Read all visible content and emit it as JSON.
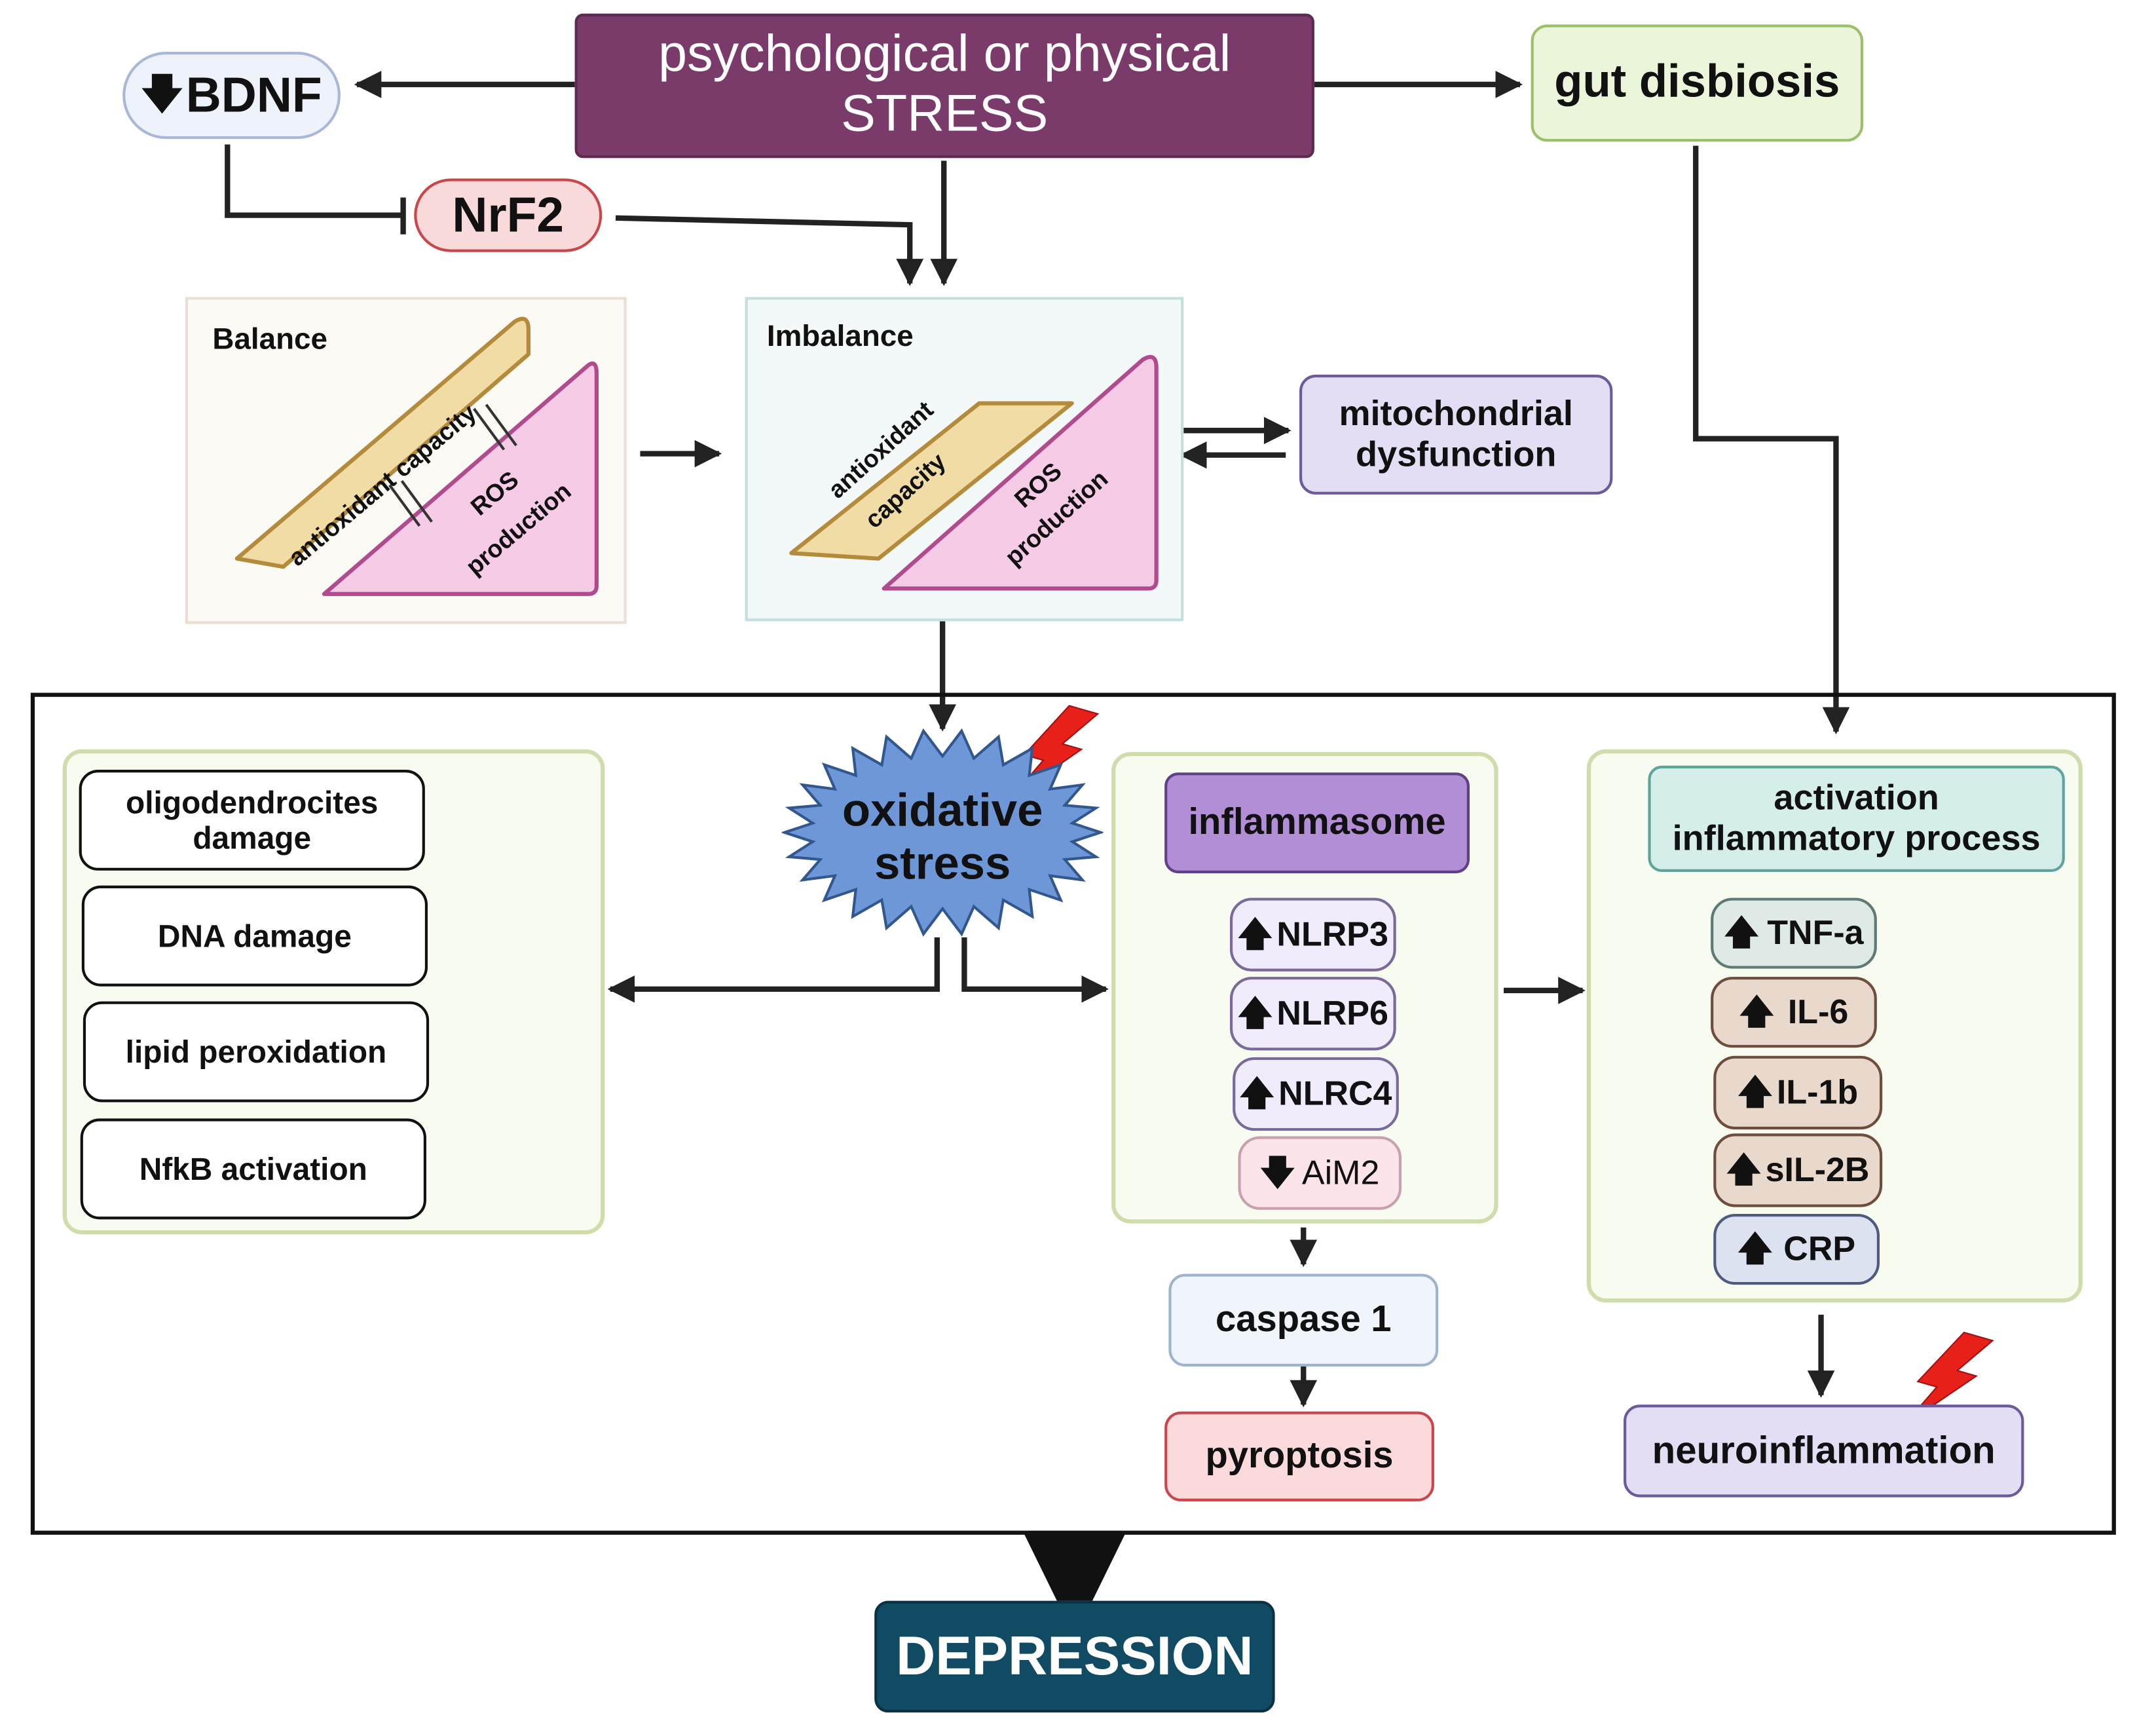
{
  "stress": {
    "line1": "psychological or physical",
    "line2": "STRESS"
  },
  "bdnf": {
    "label": "BDNF"
  },
  "nrf2": {
    "label": "NrF2"
  },
  "gut": {
    "label": "gut disbiosis"
  },
  "balance": {
    "title": "Balance",
    "antioxidant": "antioxidant capacity",
    "ros_line1": "ROS",
    "ros_line2": "production"
  },
  "imbalance": {
    "title": "Imbalance",
    "antioxidant_line1": "antioxidant",
    "antioxidant_line2": "capacity",
    "ros_line1": "ROS",
    "ros_line2": "production"
  },
  "mito": {
    "line1": "mitochondrial",
    "line2": "dysfunction"
  },
  "oxidative": {
    "line1": "oxidative",
    "line2": "stress"
  },
  "damage_items": [
    {
      "line1": "oligodendrocites",
      "line2": "damage"
    },
    {
      "line1": "DNA damage",
      "line2": ""
    },
    {
      "line1": "lipid peroxidation",
      "line2": ""
    },
    {
      "line1": "NfkB activation",
      "line2": ""
    }
  ],
  "inflammasome": {
    "title": "inflammasome",
    "items": [
      {
        "dir": "up",
        "label": "NLRP3"
      },
      {
        "dir": "up",
        "label": "NLRP6"
      },
      {
        "dir": "up",
        "label": "NLRC4"
      },
      {
        "dir": "down",
        "label": "AiM2"
      }
    ]
  },
  "caspase": {
    "label": "caspase 1"
  },
  "pyroptosis": {
    "label": "pyroptosis"
  },
  "activation": {
    "line1": "activation",
    "line2": "inflammatory process",
    "items": [
      {
        "dir": "up",
        "label": "TNF-a"
      },
      {
        "dir": "up",
        "label": "IL-6"
      },
      {
        "dir": "up",
        "label": "IL-1b"
      },
      {
        "dir": "up",
        "label": "sIL-2B"
      },
      {
        "dir": "up",
        "label": "CRP"
      }
    ]
  },
  "neuro": {
    "label": "neuroinflammation"
  },
  "depression": {
    "label": "DEPRESSION"
  },
  "colors": {
    "stress": "#7b3b6a",
    "bdnf": "#eef3fb",
    "nrf2": "#f9dada",
    "gut": "#eaf5d9",
    "panel_green": "#f8fbef",
    "mito": "#e3def3",
    "oxidative": "#6d97d6",
    "inflammasome": "#b18ed6",
    "activation": "#d6eeea",
    "depression": "#114a63",
    "arrow": "#222222",
    "purple_line": "#4b2270",
    "bolt": "#e8201a"
  }
}
